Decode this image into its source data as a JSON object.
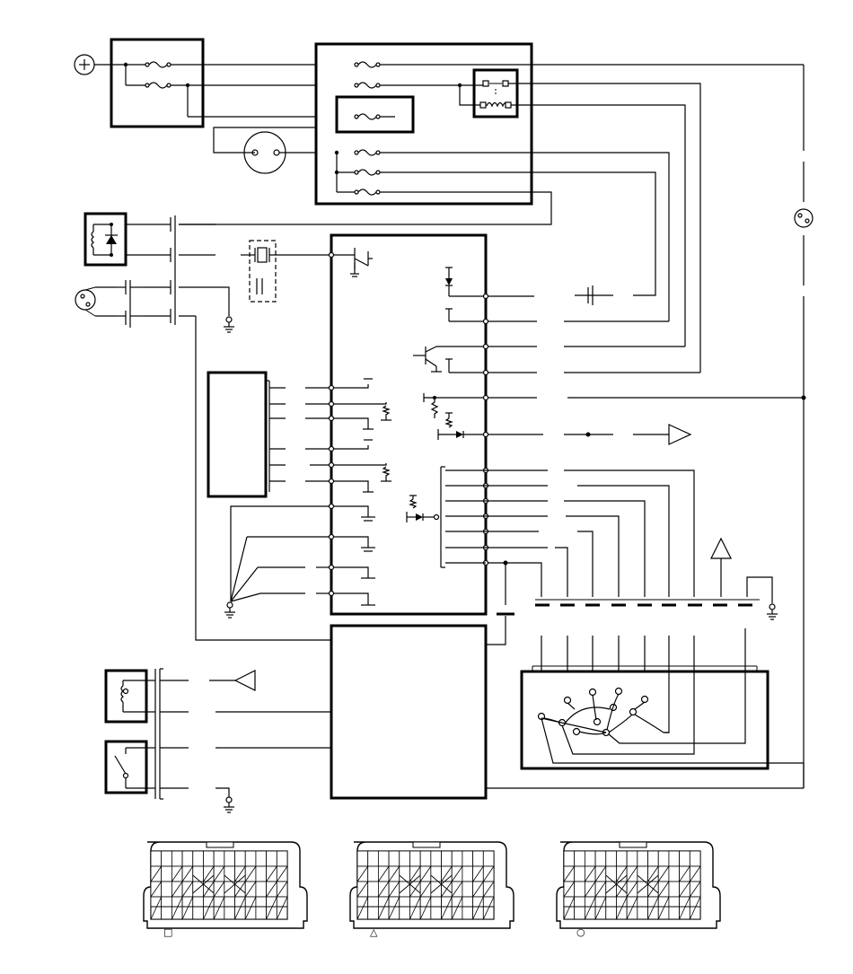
{
  "battery": {
    "symbol": "+"
  },
  "connectors": [
    {
      "id": "connector-a",
      "legend": "□"
    },
    {
      "id": "connector-b",
      "legend": "△"
    },
    {
      "id": "connector-c",
      "legend": "○"
    }
  ],
  "icons": {
    "battery": "plus-in-circle",
    "ground": "ground-icon",
    "lamp": "lamp-icon",
    "relay": "relay-coil-icon",
    "diode": "diode-icon",
    "arrow": "triangle-arrow-icon"
  },
  "colors": {
    "line": "#000000",
    "background": "#ffffff"
  }
}
